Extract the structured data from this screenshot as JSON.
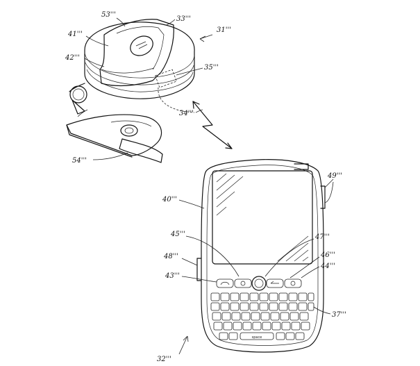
{
  "figure": {
    "labels": {
      "l53": "53'''",
      "l33": "33'''",
      "l31": "31'''",
      "l41": "41'''",
      "l42": "42'''",
      "l35": "35'''",
      "l34": "34'''",
      "l54": "54'''",
      "l49": "49'''",
      "l40": "40'''",
      "l45": "45'''",
      "l47": "47'''",
      "l46": "46'''",
      "l48": "48'''",
      "l44": "44'''",
      "l43": "43'''",
      "l37": "37'''",
      "l32": "32'''"
    },
    "space_key": "space"
  }
}
